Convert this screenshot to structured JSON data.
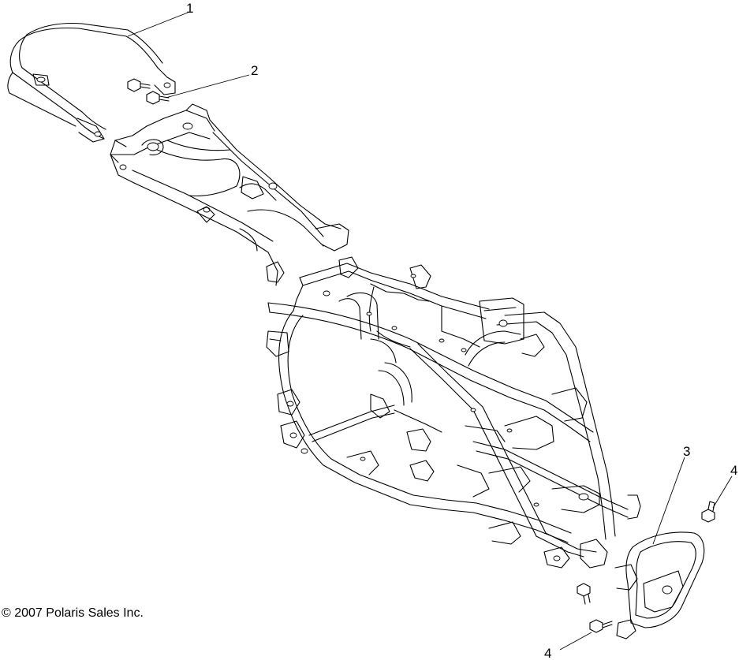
{
  "copyright": "© 2007 Polaris Sales Inc.",
  "callouts": [
    {
      "id": "1",
      "label": "1"
    },
    {
      "id": "2",
      "label": "2"
    },
    {
      "id": "3",
      "label": "3"
    },
    {
      "id": "4a",
      "label": "4"
    },
    {
      "id": "4b",
      "label": "4"
    }
  ],
  "icons": {
    "rear-rack": "rear-rack-icon",
    "rack-bolt": "bolt-icon",
    "frame": "atv-frame-icon",
    "front-bumper": "front-bumper-icon",
    "bumper-bolt": "bolt-icon"
  }
}
